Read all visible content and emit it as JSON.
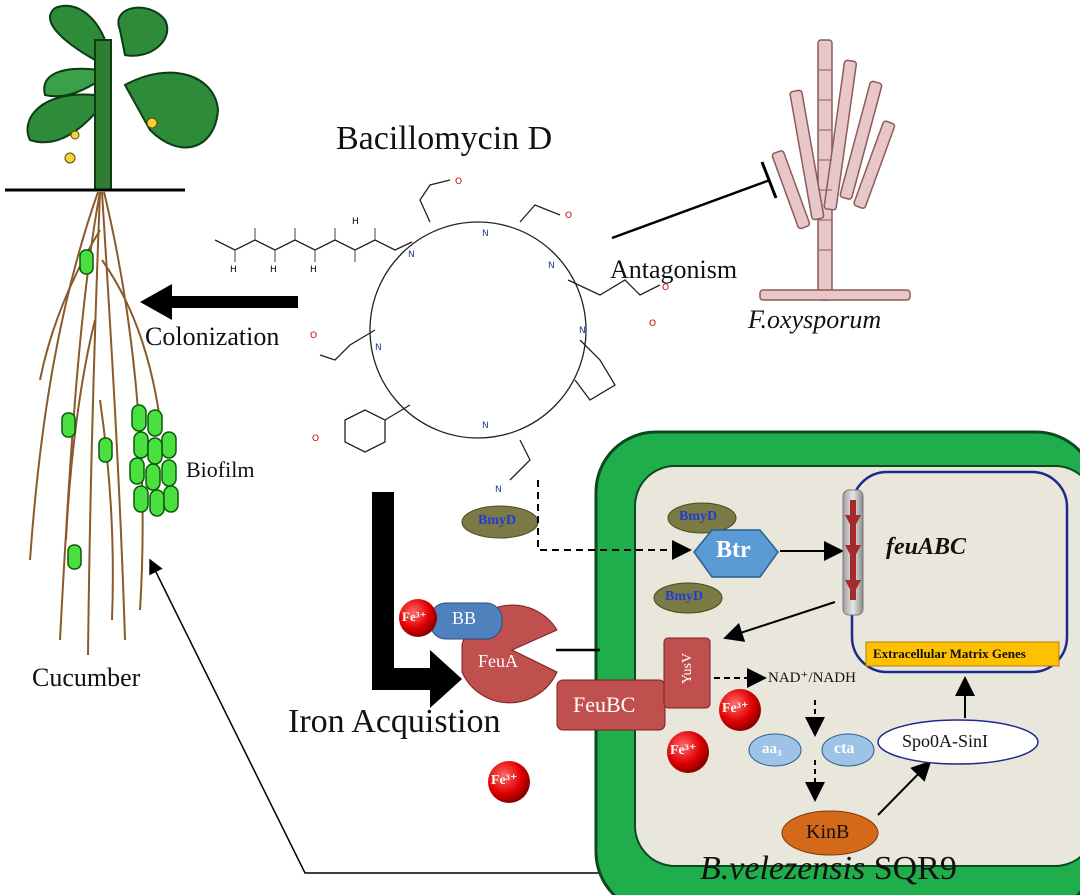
{
  "labels": {
    "title": "Bacillomycin D",
    "antagonism": "Antagonism",
    "fungus": "F.oxysporum",
    "colonization": "Colonization",
    "biofilm": "Biofilm",
    "cucumber": "Cucumber",
    "iron": "Iron Acquistion",
    "strain_species": "B.velezensis",
    "strain_id": "SQR9"
  },
  "cell": {
    "bmyd_outside": "BmyD",
    "bmyd_1": "BmyD",
    "bmyd_2": "BmyD",
    "btr": "Btr",
    "feu": "feuABC",
    "ecm": "Extracellular Matrix Genes",
    "bb": "BB",
    "feua": "FeuA",
    "feubc": "FeuBC",
    "yusv": "YusV",
    "nad": "NAD⁺/NADH",
    "aa3": "aa₃",
    "cta": "cta",
    "spo": "Spo0A-SinI",
    "kinb": "KinB"
  },
  "iron_labels": [
    "Fe³⁺",
    "Fe³⁺",
    "Fe³⁺",
    "Fe³⁺"
  ],
  "molecule_atoms": [
    "H",
    "N",
    "O"
  ],
  "colors": {
    "cell_wall": "#1fae4b",
    "cytoplasm": "#e9e6dc",
    "nucleoid": "#1c2a8c",
    "bmyd": "#7c7a44",
    "btr": "#5b9bd5",
    "feua": "#c0504d",
    "kinb": "#d4691a",
    "fe": "#e00000",
    "gene_arrow": "#a52a2a",
    "ecm": "#ffc000",
    "bacterium": "#49e040",
    "fungus": "#d5a7a7",
    "leaf": "#2e8b3a",
    "root": "#8b5a2b"
  }
}
